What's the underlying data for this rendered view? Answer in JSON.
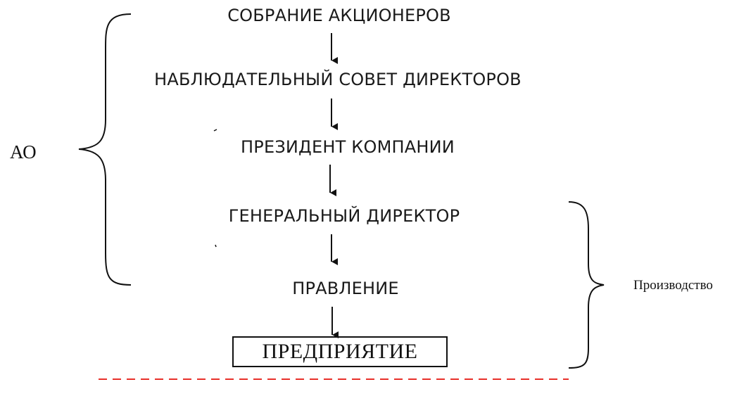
{
  "diagram": {
    "nodes": [
      "СОБРАНИЕ АКЦИОНЕРОВ",
      "НАБЛЮДАТЕЛЬНЫЙ СОВЕТ ДИРЕКТОРОВ",
      "ПРЕЗИДЕНТ КОМПАНИИ",
      "ГЕНЕРАЛЬНЫЙ ДИРЕКТОР",
      "ПРАВЛЕНИЕ"
    ],
    "enterprise_box": "ПРЕДПРИЯТИЕ",
    "brace_left_label": "АО",
    "brace_right_label": "Производство",
    "colors": {
      "text": "#1a1a1a",
      "dashed_line": "#e8302a"
    }
  }
}
